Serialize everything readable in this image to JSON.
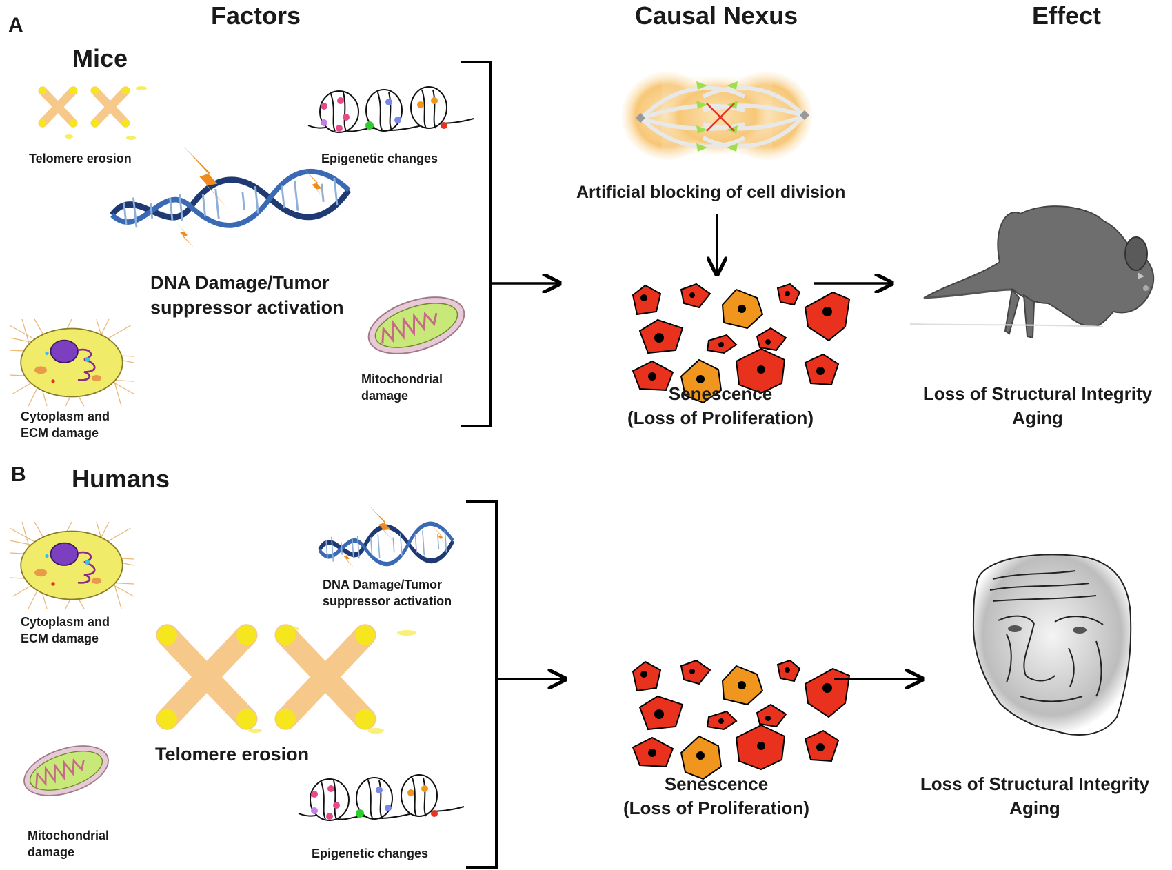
{
  "headers": {
    "factors": "Factors",
    "causal_nexus": "Causal Nexus",
    "effect": "Effect"
  },
  "panel_a": {
    "letter": "A",
    "species": "Mice",
    "telomere": "Telomere erosion",
    "epigenetic": "Epigenetic changes",
    "dna_line1": "DNA Damage/Tumor",
    "dna_line2": "suppressor activation",
    "cytoplasm_line1": "Cytoplasm and",
    "cytoplasm_line2": "ECM damage",
    "mito_line1": "Mitochondrial",
    "mito_line2": "damage",
    "blocking": "Artificial blocking of cell division",
    "senescence_line1": "Senescence",
    "senescence_line2": "(Loss of Proliferation)",
    "effect_line1": "Loss of Structural Integrity",
    "effect_line2": "Aging"
  },
  "panel_b": {
    "letter": "B",
    "species": "Humans",
    "cytoplasm_line1": "Cytoplasm and",
    "cytoplasm_line2": "ECM damage",
    "dna_line1": "DNA Damage/Tumor",
    "dna_line2": "suppressor activation",
    "telomere": "Telomere erosion",
    "mito_line1": "Mitochondrial",
    "mito_line2": "damage",
    "epigenetic": "Epigenetic changes",
    "senescence_line1": "Senescence",
    "senescence_line2": "(Loss of Proliferation)",
    "effect_line1": "Loss of Structural Integrity",
    "effect_line2": "Aging"
  },
  "icons": {
    "panel_a": [
      "chromosome-icon",
      "nucleosome-icon",
      "dna-helix-icon",
      "lightning-icon",
      "cell-icon",
      "mitochondrion-icon",
      "dividing-cell-icon",
      "senescent-cells-icon",
      "mouse-icon"
    ],
    "panel_b": [
      "cell-icon",
      "dna-helix-icon",
      "chromosome-icon",
      "mitochondrion-icon",
      "nucleosome-icon",
      "senescent-cells-icon",
      "elderly-face-icon"
    ]
  },
  "colors": {
    "chromosome": "#f6c98a",
    "telomere": "#f5e61e",
    "lightning": "#f08c1e",
    "dna": "#1f3a73",
    "cell_cytoplasm": "#f0ec6a",
    "nucleus": "#7b3fbf",
    "mito_outer": "#e8c9d6",
    "mito_inner": "#c8e87a",
    "senescent_red": "#e8321e",
    "senescent_orange": "#f0961e",
    "spindle_glow": "#f7cc86",
    "mouse": "#6e6e6e"
  }
}
